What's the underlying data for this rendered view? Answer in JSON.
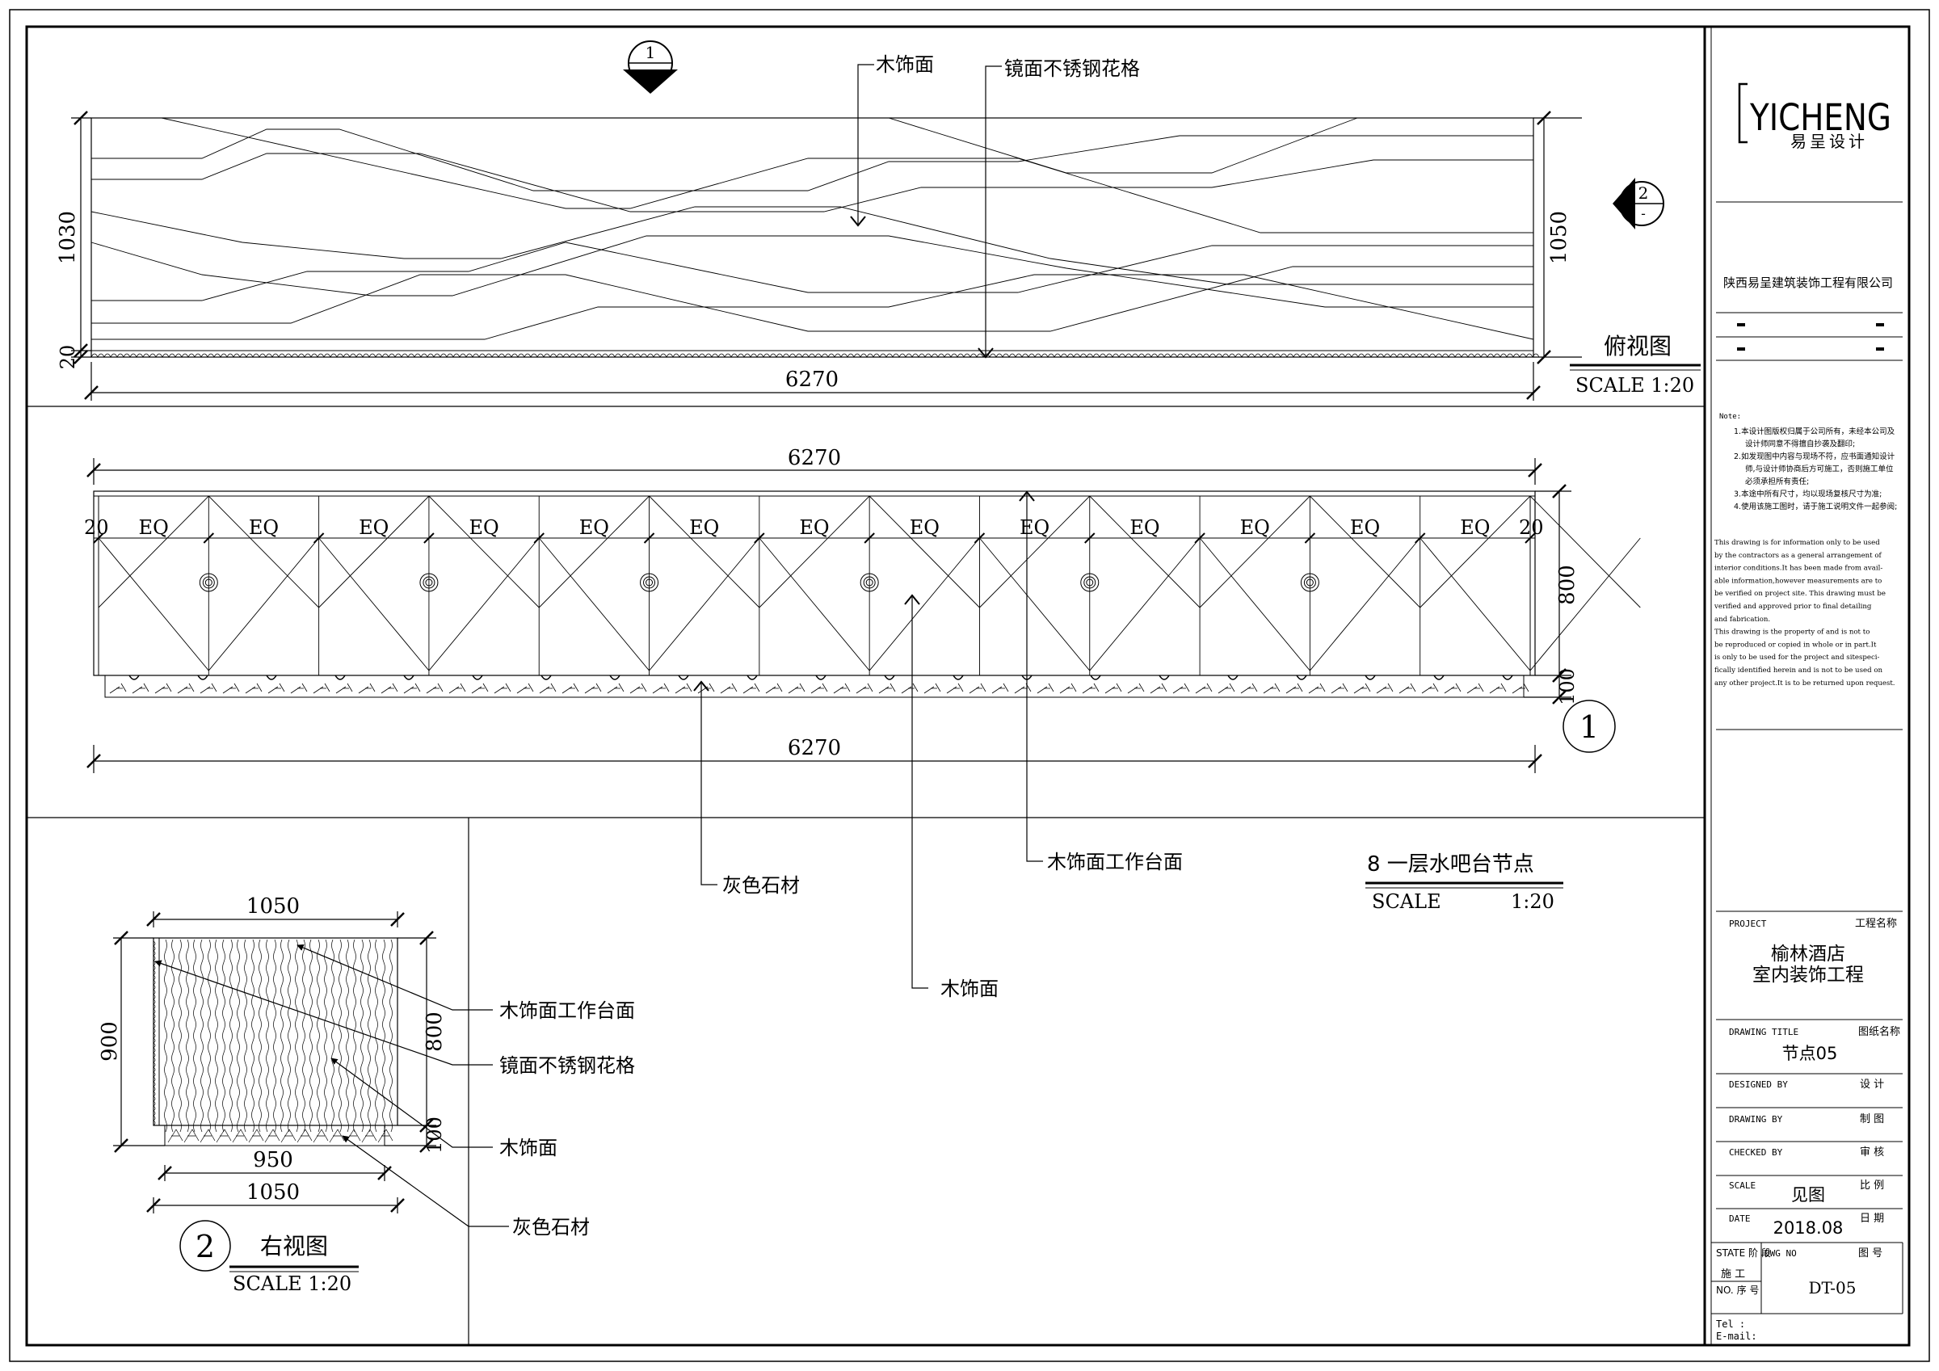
{
  "logo": {
    "brand": "YICHENG",
    "brand_cn": "易呈设计"
  },
  "company": "陕西易呈建筑装饰工程有限公司",
  "notes": {
    "heading": "Note:",
    "cn_lines": [
      "1.本设计图版权归属于公司所有，未经本公司及",
      "设计师同意不得擅自抄袭及翻印;",
      "2.如发现图中内容与现场不符，应书面通知设计",
      "师,与设计师协商后方可施工，否则施工单位",
      "必须承担所有责任;",
      "3.本途中所有尺寸，均以现场复核尺寸为准;",
      "4.使用该施工图时，请于施工说明文件一起参阅;"
    ],
    "en_lines": [
      "This drawing is for information only to be used",
      "by the contractors as a general arrangement of",
      "interior conditions.It has been made from avail-",
      "able  information,however measurements are to",
      "be verified on project site. This drawing must be",
      "verified and approved prior to final detailing",
      "and fabrication.",
      "  This drawing is the property of and is not to",
      "be reproduced or copied in whole or in part.It",
      "is only to be used for the project  and sitespeci-",
      "fically  identified herein and is not to be used on",
      "any other project.It is to be returned upon request."
    ]
  },
  "title_block": {
    "project_label": "PROJECT",
    "project_label_cn": "工程名称",
    "project_name_1": "榆林酒店",
    "project_name_2": "室内装饰工程",
    "drawing_title_label": "DRAWING TITLE",
    "drawing_title_label_cn": "图纸名称",
    "drawing_title": "节点05",
    "designed_label": "DESIGNED  BY",
    "designed_label_cn": "设   计",
    "drawing_by_label": "DRAWING  BY",
    "drawing_by_label_cn": "制   图",
    "checked_label": "CHECKED  BY",
    "checked_label_cn": "审   核",
    "scale_label": "SCALE",
    "scale_label_cn": "比   例",
    "scale_value": "见图",
    "date_label": "DATE",
    "date_label_cn": "日   期",
    "date_value": "2018.08",
    "state_label": "STATE 阶   段",
    "state_value": "施   工",
    "dwg_label": "DWG NO",
    "dwg_label_cn": "图   号",
    "no_label": "NO.  序   号",
    "dwg_no": "DT-05",
    "tel_label": "Tel :",
    "email_label": "E-mail:"
  },
  "top_view": {
    "section_mark_1": "1",
    "section_mark_2": "2",
    "section_dash": "-",
    "label_wood": "木饰面",
    "label_mirror": "镜面不锈钢花格",
    "dim_height_left": "1030",
    "dim_base_left": "20",
    "dim_height_right": "1050",
    "dim_width": "6270",
    "title": "俯视图",
    "scale": "SCALE  1:20"
  },
  "front_view": {
    "dim_top": "6270",
    "dim_bottom": "6270",
    "dim_edge": "20",
    "eq": "EQ",
    "dim_height": "800",
    "dim_base": "100",
    "marker": "1",
    "label_stone": "灰色石材",
    "label_worktop": "木饰面工作台面",
    "label_wood": "木饰面",
    "title": "8  一层水吧台节点",
    "scale_label": "SCALE",
    "scale_value": "1:20"
  },
  "side_view": {
    "dim_top": "1050",
    "dim_height": "900",
    "dim_right": "800",
    "dim_base": "100",
    "dim_bottom_inner": "950",
    "dim_bottom": "1050",
    "label_worktop": "木饰面工作台面",
    "label_mirror": "镜面不锈钢花格",
    "label_wood": "木饰面",
    "label_stone": "灰色石材",
    "marker": "2",
    "title": "右视图",
    "scale": "SCALE  1:20"
  }
}
